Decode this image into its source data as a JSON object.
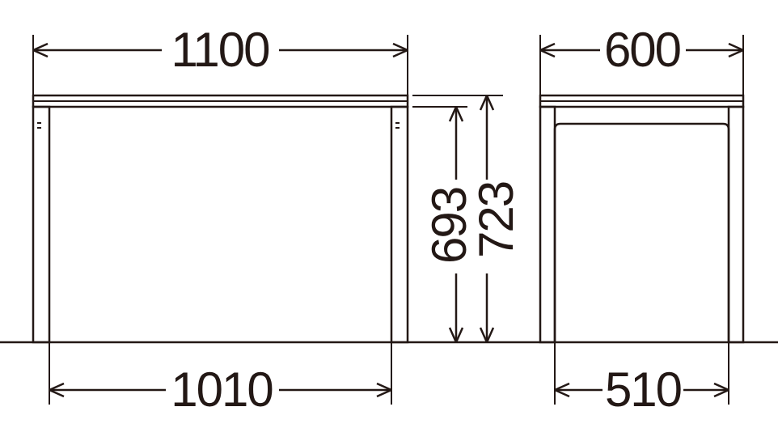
{
  "dimensions": {
    "front_top_width": "1100",
    "front_leg_span": "1010",
    "side_top_depth": "600",
    "side_leg_span": "510",
    "inner_height": "693",
    "total_height": "723"
  },
  "colors": {
    "line": "#231815",
    "background": "#ffffff"
  }
}
